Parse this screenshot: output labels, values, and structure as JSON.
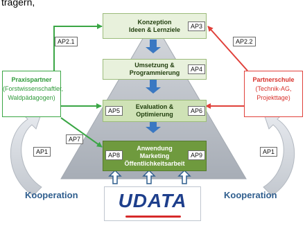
{
  "header": {
    "text": "trägern,"
  },
  "phases": [
    {
      "title": "Konzeption\nIdeen & Lernziele",
      "ap": "AP3"
    },
    {
      "title": "Umsetzung &\nProgrammierung",
      "ap": "AP4"
    },
    {
      "title": "Evaluation &\nOptimierung",
      "ap_left": "AP5",
      "ap_right": "AP6"
    },
    {
      "title": "Anwendung\nMarketing\nÖffentlichkeitsarbeit",
      "ap_left": "AP8",
      "ap_right": "AP9"
    }
  ],
  "partners": {
    "praxis": {
      "title": "Praxispartner",
      "detail": "(Forstwissenschaftler,\nWaldpädagogen)"
    },
    "schule": {
      "title": "Partnerschule",
      "detail": "(Technik-AG,\nProjekttage)"
    }
  },
  "ap_labels": {
    "ap2_1": "AP2.1",
    "ap2_2": "AP2.2",
    "ap7": "AP7",
    "ap1_left": "AP1",
    "ap1_right": "AP1"
  },
  "cooperation": {
    "left": "Kooperation",
    "right": "Kooperation"
  },
  "logo": {
    "text": "UDATA"
  },
  "colors": {
    "pyramid": "#b4b9c0",
    "flow_arrow": "#3a78c2",
    "green_arrow": "#3aa645",
    "red_arrow": "#e0403a"
  }
}
